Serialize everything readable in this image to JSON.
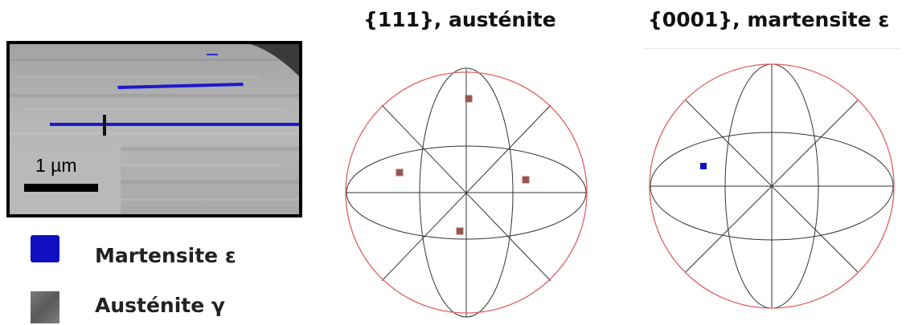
{
  "micrograph": {
    "scale_bar_label": "1 µm"
  },
  "legend": [
    {
      "label": "Martensite ε",
      "color": "#1010c0"
    },
    {
      "label": "Austénite γ",
      "color": "#6a6a6a"
    }
  ],
  "pole_figures": [
    {
      "title": "{111}, austénite",
      "circle_color": "#e06060",
      "line_color": "#333333",
      "marker_color": "#8a5a50",
      "marker_count": 4
    },
    {
      "title": "{0001}, martensite ε",
      "circle_color": "#e06060",
      "line_color": "#333333",
      "marker_color": "#1010c8",
      "marker_count": 1
    }
  ]
}
